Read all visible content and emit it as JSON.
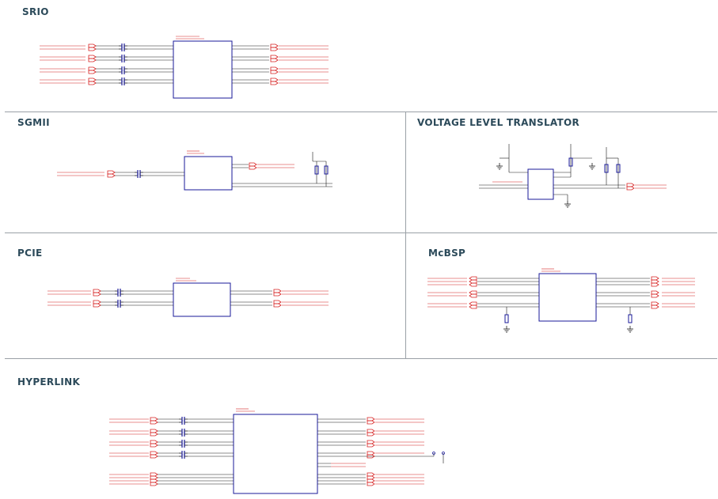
{
  "sections": {
    "srio": {
      "title": "SRIO"
    },
    "sgmii": {
      "title": "SGMII"
    },
    "voltage": {
      "title": "VOLTAGE LEVEL TRANSLATOR"
    },
    "pcie": {
      "title": "PCIE"
    },
    "mcbsp": {
      "title": "McBSP"
    },
    "hyperlink": {
      "title": "HYPERLINK"
    }
  },
  "colors": {
    "title": "#2c4a5a",
    "net": "#d62020",
    "wire": "#1a1a1a",
    "component": "#1a1a9a",
    "divider": "#9aa0a6"
  }
}
